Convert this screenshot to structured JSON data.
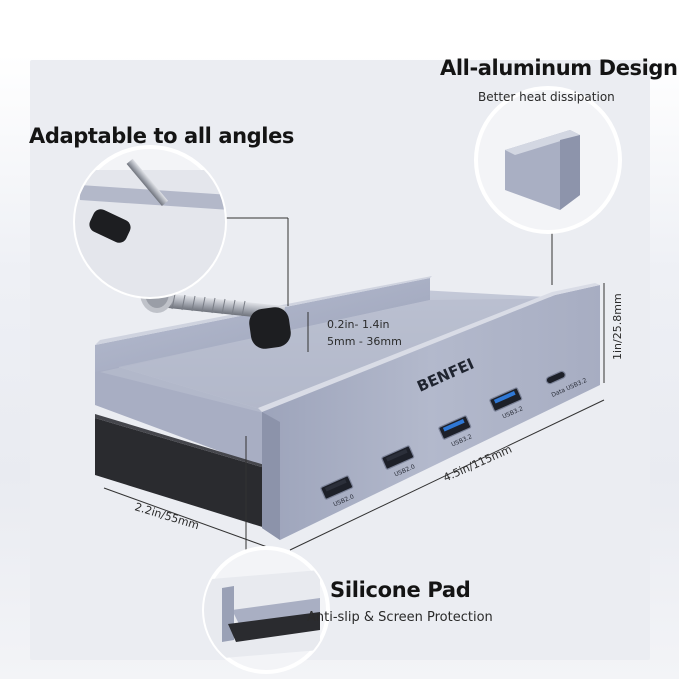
{
  "callouts": {
    "aluminum": {
      "title": "All-aluminum Design",
      "subtitle": "Better heat dissipation"
    },
    "angles": {
      "title": "Adaptable to all angles"
    },
    "silicone": {
      "title": "Silicone Pad",
      "subtitle": "Anti-slip & Screen Protection"
    }
  },
  "dimensions": {
    "clamp_in": "0.2in- 1.4in",
    "clamp_mm": "5mm - 36mm",
    "width": "4.5in/115mm",
    "depth": "2.2in/55mm",
    "height": "1in/25.8mm"
  },
  "product": {
    "brand": "BENFEI",
    "ports": [
      {
        "label": "USB2.0",
        "type": "usb-a",
        "color": "#2b2f3a"
      },
      {
        "label": "USB2.0",
        "type": "usb-a",
        "color": "#2b2f3a"
      },
      {
        "label": "USB3.2",
        "type": "usb-a",
        "color": "#2f78d6"
      },
      {
        "label": "USB3.2",
        "type": "usb-a",
        "color": "#2f78d6"
      },
      {
        "label": "Data USB3.2",
        "type": "usb-c",
        "color": "#2b2f3a"
      }
    ]
  },
  "colors": {
    "aluminum": "#a6acc2",
    "pad": "#2a2b2f",
    "usb3_blue": "#2f78d6"
  }
}
